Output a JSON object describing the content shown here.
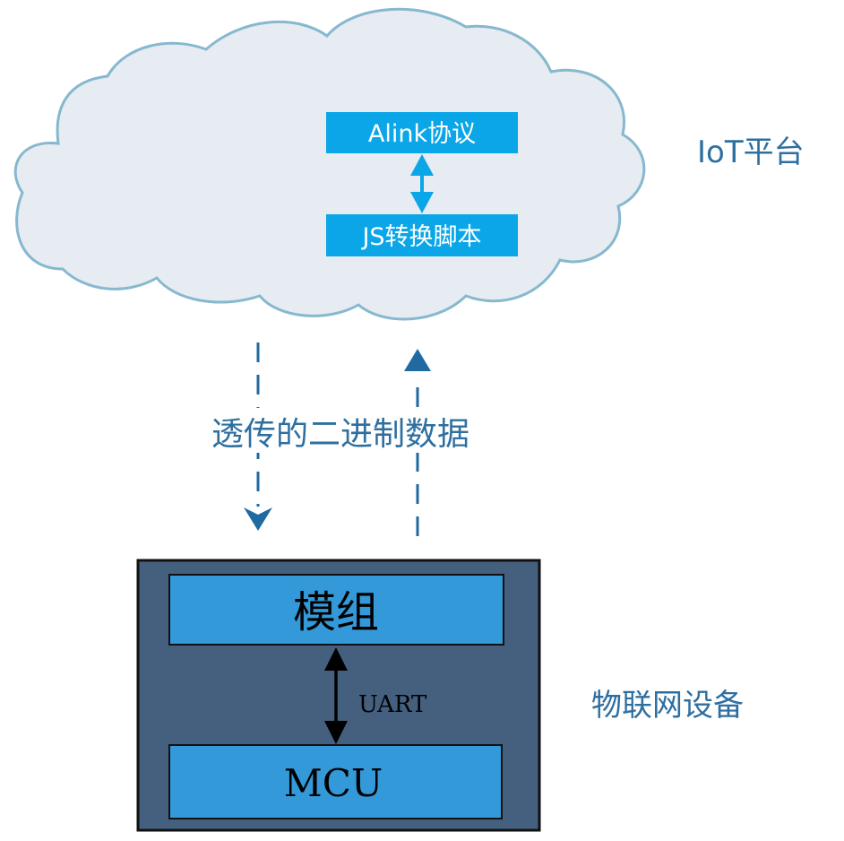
{
  "cloud": {
    "protocol_label": "Alink协议",
    "script_label": "JS转换脚本"
  },
  "platform_label": "IoT平台",
  "transfer_label": "透传的二进制数据",
  "device": {
    "label": "物联网设备",
    "module_label": "模组",
    "mcu_label": "MCU",
    "link_label": "UART"
  },
  "colors": {
    "cloud_fill": "#e6ecf1",
    "cloud_stroke": "#86b8cf",
    "cloud_box": "#0aa6e8",
    "arrow_blue": "#1f6aa0",
    "device_fill": "#45607f",
    "module_fill": "#3399d9"
  }
}
